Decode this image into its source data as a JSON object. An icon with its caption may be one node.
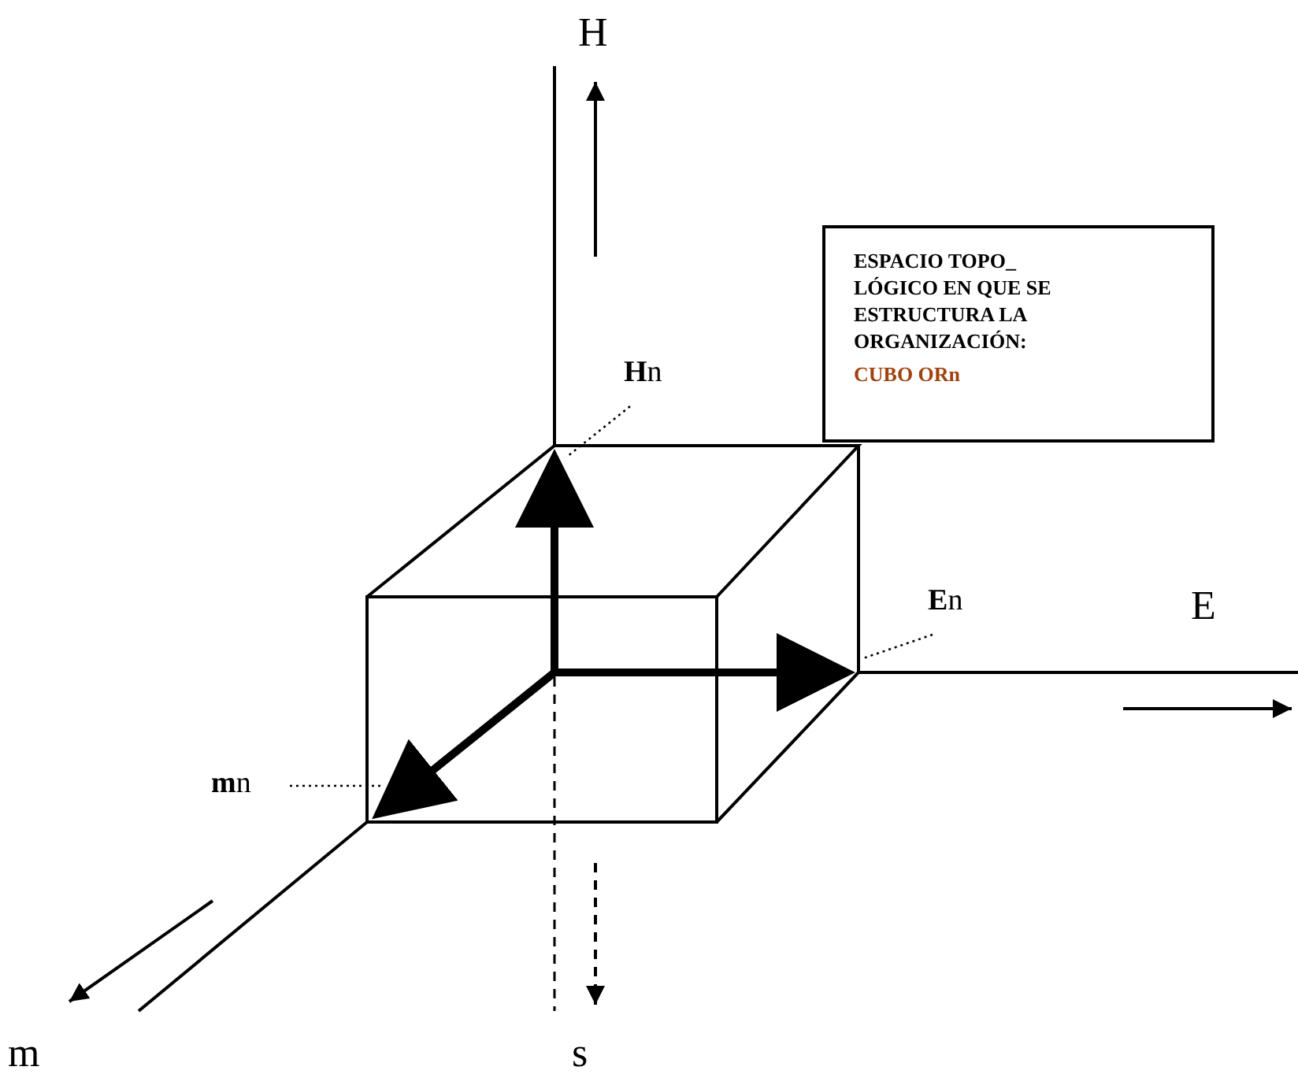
{
  "diagram": {
    "nodes": [
      {
        "text": [
          "ESPACIO TOPO_ LÓGICO EN QUE SE ESTRUCTURA LA ORGANIZACIÓN:",
          "CUBO ORn"
        ]
      },
      {
        "text": [
          "**H**n"
        ]
      },
      {
        "text": [
          "**E**n"
        ]
      },
      {
        "text": [
          "**m**n"
        ]
      },
      {
        "text": [],
        "shape": "arrow"
      },
      {
        "text": [],
        "shape": "arrow"
      },
      {
        "text": [],
        "shape": "arrow"
      }
    ],
    "edges": [
      {
        "from": 1,
        "to": 5,
        "arrow": "none",
        "style": "dashed"
      },
      {
        "from": 2,
        "to": 6,
        "arrow": "none",
        "style": "dashed"
      },
      {
        "from": 3,
        "to": 4,
        "arrow": "none",
        "style": "dashed"
      }
    ],
    "labels": [
      "H",
      "E",
      "m",
      "s"
    ]
  }
}
